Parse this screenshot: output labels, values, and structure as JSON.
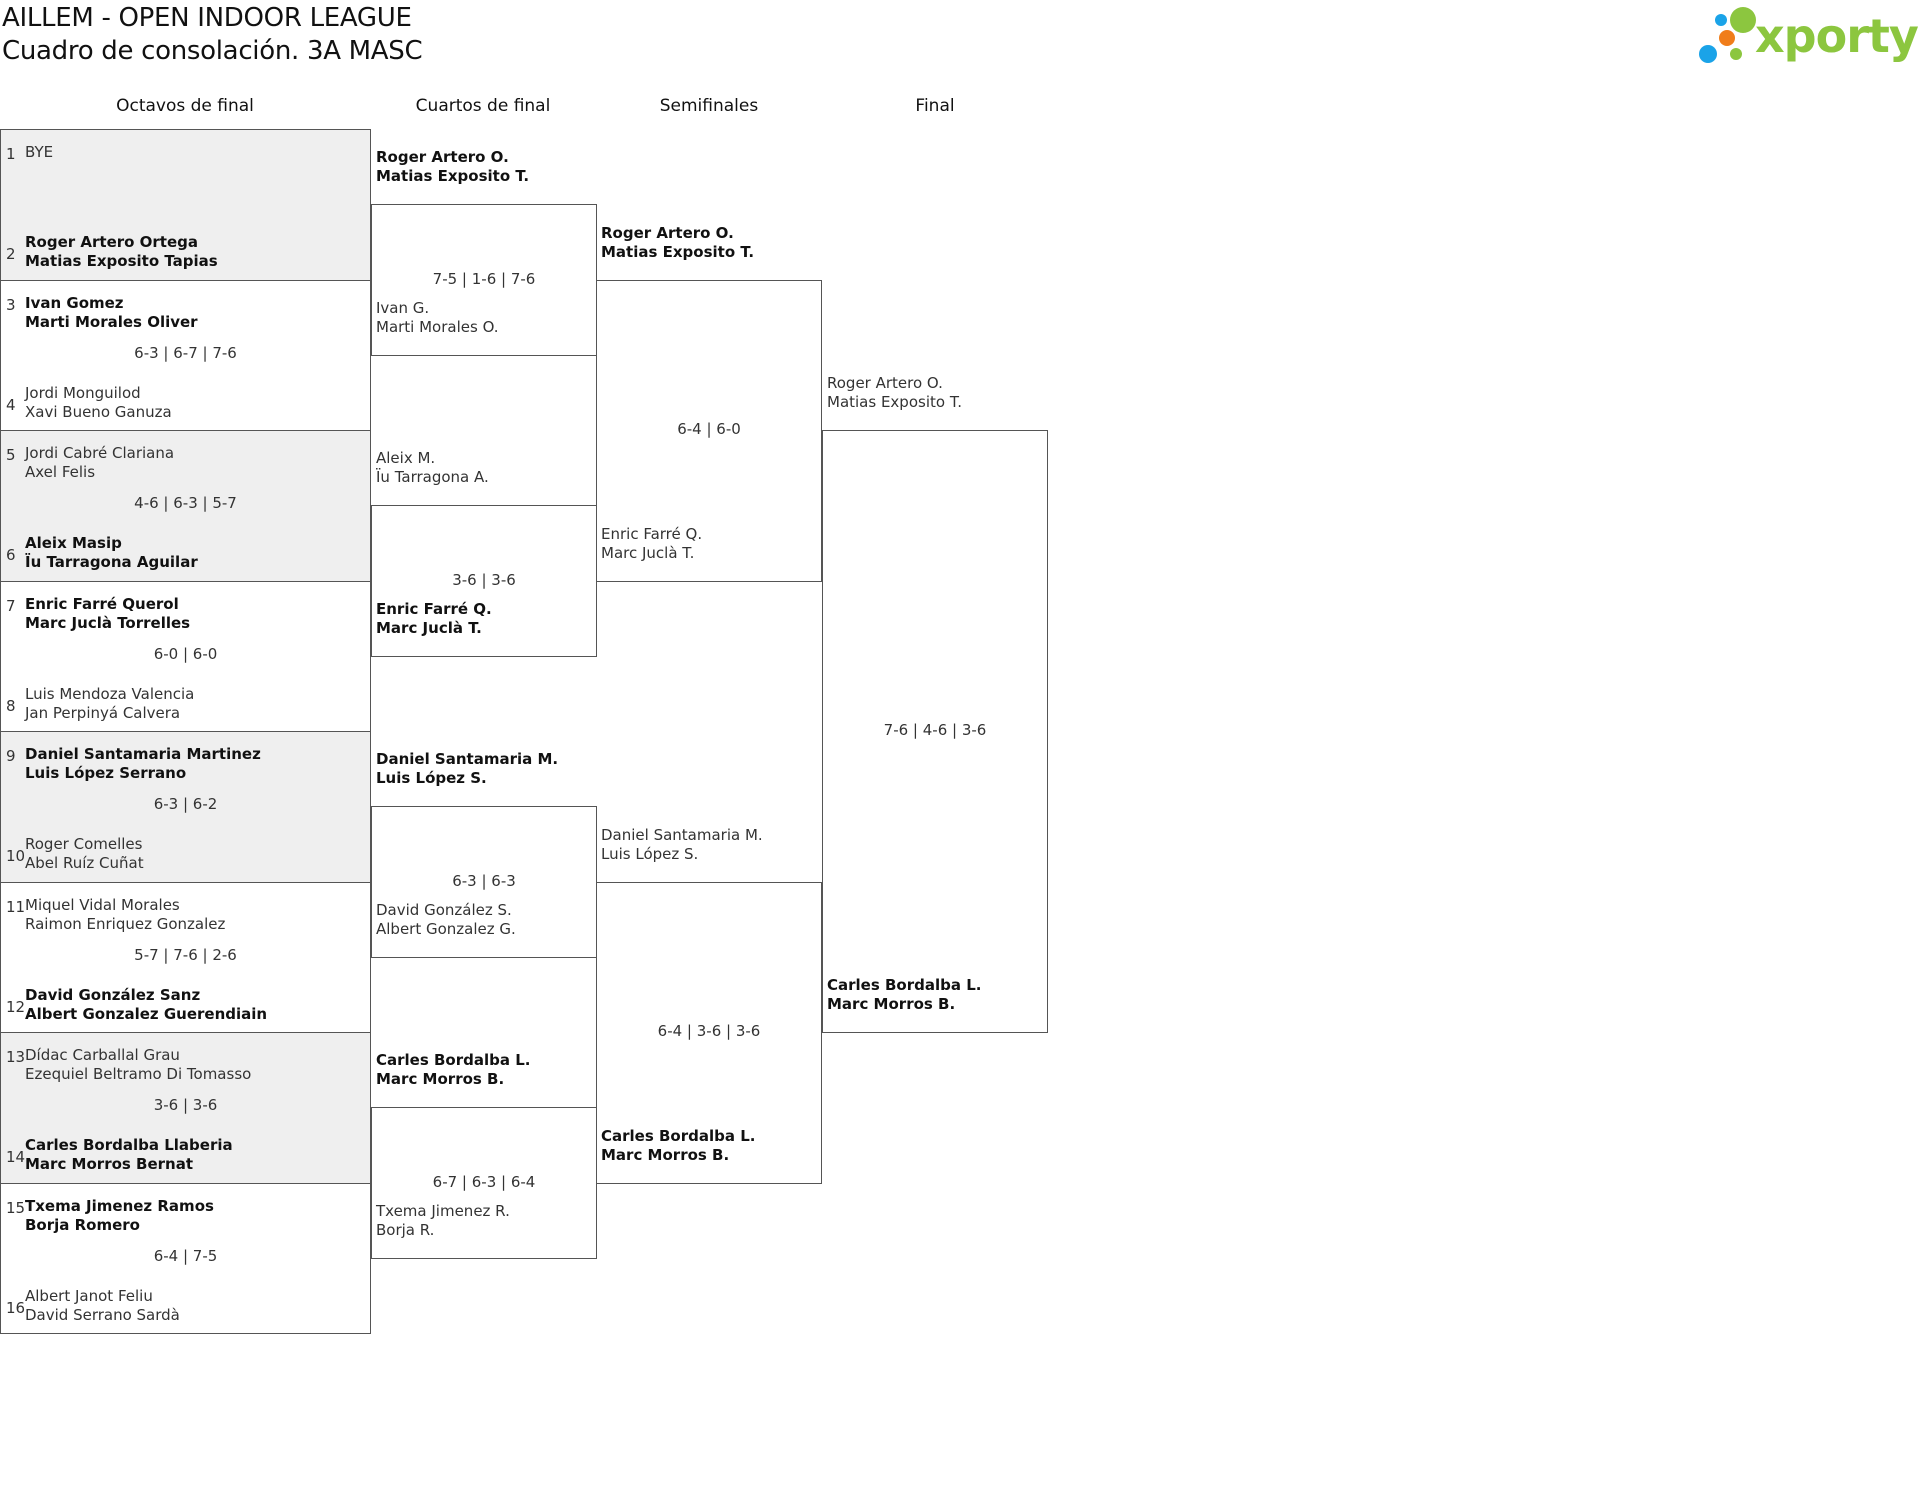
{
  "title": "AILLEM - OPEN INDOOR LEAGUE",
  "subtitle": "Cuadro de consolación. 3A MASC",
  "logo": {
    "text": "xporty",
    "colors": {
      "text": "#8cc63f",
      "dot_blue": "#1aa3e8",
      "dot_orange": "#f07d1a",
      "dot_green": "#8cc63f"
    }
  },
  "colors": {
    "shade": "#efefef",
    "border": "#555555"
  },
  "rounds": [
    "Octavos de final",
    "Cuartos de final",
    "Semifinales",
    "Final"
  ],
  "r16": [
    {
      "s1": "1",
      "s2": "2",
      "t1": [
        "BYE"
      ],
      "t1_w": false,
      "t2": [
        "Roger Artero Ortega",
        "Matias Exposito Tapias"
      ],
      "t2_w": true,
      "score": ""
    },
    {
      "s1": "3",
      "s2": "4",
      "t1": [
        "Ivan Gomez",
        "Marti Morales Oliver"
      ],
      "t1_w": true,
      "t2": [
        "Jordi Monguilod",
        "Xavi Bueno Ganuza"
      ],
      "t2_w": false,
      "score": "6-3 | 6-7 | 7-6"
    },
    {
      "s1": "5",
      "s2": "6",
      "t1": [
        "Jordi Cabré Clariana",
        "Axel Felis"
      ],
      "t1_w": false,
      "t2": [
        "Aleix Masip",
        "Ïu Tarragona Aguilar"
      ],
      "t2_w": true,
      "score": "4-6 | 6-3 | 5-7"
    },
    {
      "s1": "7",
      "s2": "8",
      "t1": [
        "Enric Farré Querol",
        "Marc Juclà Torrelles"
      ],
      "t1_w": true,
      "t2": [
        "Luis Mendoza Valencia",
        "Jan Perpinyá Calvera"
      ],
      "t2_w": false,
      "score": "6-0 | 6-0"
    },
    {
      "s1": "9",
      "s2": "10",
      "t1": [
        "Daniel Santamaria Martinez",
        "Luis López Serrano"
      ],
      "t1_w": true,
      "t2": [
        "Roger Comelles",
        "Abel Ruíz Cuñat"
      ],
      "t2_w": false,
      "score": "6-3 | 6-2"
    },
    {
      "s1": "11",
      "s2": "12",
      "t1": [
        "Miquel Vidal Morales",
        "Raimon Enriquez Gonzalez"
      ],
      "t1_w": false,
      "t2": [
        "David González Sanz",
        "Albert Gonzalez Guerendiain"
      ],
      "t2_w": true,
      "score": "5-7 | 7-6 | 2-6"
    },
    {
      "s1": "13",
      "s2": "14",
      "t1": [
        "Dídac Carballal Grau",
        "Ezequiel Beltramo Di Tomasso"
      ],
      "t1_w": false,
      "t2": [
        "Carles Bordalba Llaberia",
        "Marc Morros Bernat"
      ],
      "t2_w": true,
      "score": "3-6 | 3-6"
    },
    {
      "s1": "15",
      "s2": "16",
      "t1": [
        "Txema Jimenez Ramos",
        "Borja Romero"
      ],
      "t1_w": true,
      "t2": [
        "Albert Janot Feliu",
        "David Serrano Sardà"
      ],
      "t2_w": false,
      "score": "6-4 | 7-5"
    }
  ],
  "qf": [
    {
      "t1": [
        "Roger Artero O.",
        "Matias Exposito T."
      ],
      "t1_w": true,
      "t2": [
        "Ivan G.",
        "Marti Morales O."
      ],
      "t2_w": false,
      "score": "7-5 | 1-6 | 7-6"
    },
    {
      "t1": [
        "Aleix M.",
        "Ïu Tarragona A."
      ],
      "t1_w": false,
      "t2": [
        "Enric Farré Q.",
        "Marc Juclà T."
      ],
      "t2_w": true,
      "score": "3-6 | 3-6"
    },
    {
      "t1": [
        "Daniel Santamaria M.",
        "Luis López S."
      ],
      "t1_w": true,
      "t2": [
        "David González S.",
        "Albert Gonzalez G."
      ],
      "t2_w": false,
      "score": "6-3 | 6-3"
    },
    {
      "t1": [
        "Carles Bordalba L.",
        "Marc Morros B."
      ],
      "t1_w": true,
      "t2": [
        "Txema Jimenez R.",
        "Borja R."
      ],
      "t2_w": false,
      "score": "6-7 | 6-3 | 6-4"
    }
  ],
  "sf": [
    {
      "t1": [
        "Roger Artero O.",
        "Matias Exposito T."
      ],
      "t1_w": true,
      "t2": [
        "Enric Farré Q.",
        "Marc Juclà T."
      ],
      "t2_w": false,
      "score": "6-4 | 6-0"
    },
    {
      "t1": [
        "Daniel Santamaria M.",
        "Luis López S."
      ],
      "t1_w": false,
      "t2": [
        "Carles Bordalba L.",
        "Marc Morros B."
      ],
      "t2_w": true,
      "score": "6-4 | 3-6 | 3-6"
    }
  ],
  "final": [
    {
      "t1": [
        "Roger Artero O.",
        "Matias Exposito T."
      ],
      "t1_w": false,
      "t2": [
        "Carles Bordalba L.",
        "Marc Morros B."
      ],
      "t2_w": true,
      "score": "7-6 | 4-6 | 3-6"
    }
  ]
}
